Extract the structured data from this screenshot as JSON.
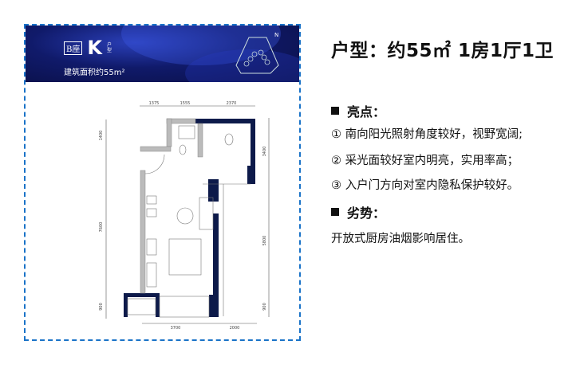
{
  "banner": {
    "building": "B座",
    "unit": "K",
    "unit_suffix": "户型",
    "area_text": "建筑面积约55m²",
    "north": "N"
  },
  "plan": {
    "top_dims": [
      "1375",
      "1555",
      "2370"
    ],
    "bottom_dims": [
      "3700",
      "2000"
    ],
    "left_dims": [
      "1400",
      "7600",
      "900"
    ],
    "right_dims": [
      "3400",
      "5800",
      "900"
    ]
  },
  "info": {
    "title": "户型：约55㎡ 1房1厅1卫",
    "pros_heading": "亮点：",
    "pros": [
      "① 南向阳光照射角度较好，视野宽阔;",
      "② 采光面较好室内明亮，实用率高；",
      "③ 入户门方向对室内隐私保护较好。"
    ],
    "cons_heading": "劣势：",
    "cons": [
      "开放式厨房油烟影响居住。"
    ]
  },
  "colors": {
    "frame": "#1a73c8",
    "wall": "#0d1a4a",
    "banner": "#101a6a"
  }
}
